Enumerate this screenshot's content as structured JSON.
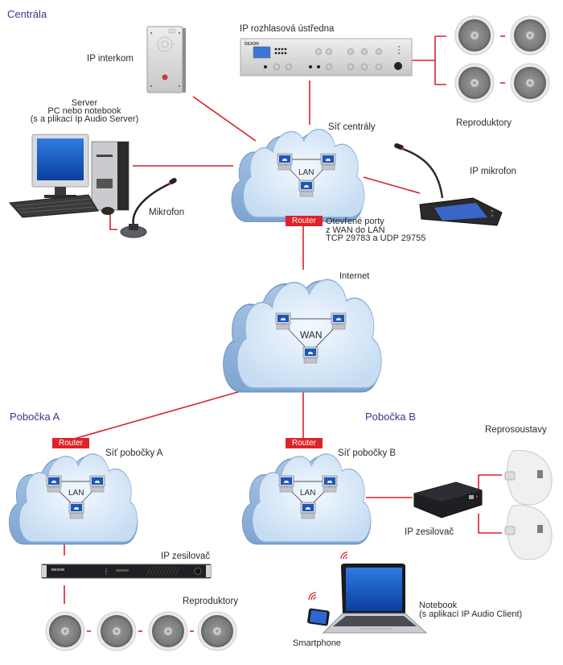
{
  "sections": {
    "central": "Centrála",
    "branch_a": "Pobočka A",
    "branch_b": "Pobočka B"
  },
  "central": {
    "intercom_label": "IP interkom",
    "pa_center_label": "IP rozhlasová ústředna",
    "pa_brand": "DEXON",
    "speakers_label": "Reproduktory",
    "server_label": "Server\nPC nebo notebook\n(s a plikací Ip Audio Server)",
    "network_label": "Síť centrály",
    "lan_label": "LAN",
    "ip_mic_label": "IP mikrofon",
    "mic_label": "Mikrofon",
    "router_label": "Router",
    "ports_note": "Otevřené porty\nz WAN do LAN\nTCP 29783 a UDP 29755"
  },
  "internet": {
    "label": "Internet",
    "wan_label": "WAN"
  },
  "branch_a": {
    "router_label": "Router",
    "network_label": "Síť pobočky A",
    "lan_label": "LAN",
    "amp_label": "IP zesilovač",
    "amp_brand": "DEXON",
    "speakers_label": "Reproduktory"
  },
  "branch_b": {
    "router_label": "Router",
    "network_label": "Síť pobočky B",
    "lan_label": "LAN",
    "amp_label": "IP zesilovač",
    "speakers_label": "Reprosoustavy",
    "notebook_label": "Notebook\n(s aplikací IP Audio Client)",
    "smartphone_label": "Smartphone"
  },
  "colors": {
    "link": "#d9212b",
    "section_title": "#3a3590",
    "cloud_fill": "#dbe9f7",
    "cloud_stroke": "#8fb3d9",
    "router": "#e0222b"
  }
}
